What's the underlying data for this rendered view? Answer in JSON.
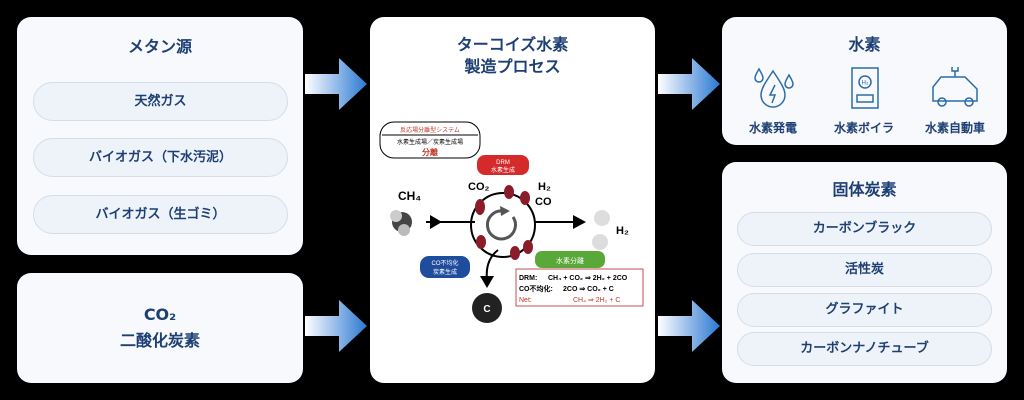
{
  "methane": {
    "title": "メタン源",
    "items": [
      "天然ガス",
      "バイオガス（下水汚泥）",
      "バイオガス（生ゴミ）"
    ]
  },
  "co2": {
    "formula": "CO₂",
    "name": "二酸化炭素"
  },
  "process": {
    "title_line1": "ターコイズ水素",
    "title_line2": "製造プロセス",
    "diagram": {
      "system_label": "反応場分離型システム",
      "system_sub": "水素生成場／炭素生成場",
      "system_sep": "分離",
      "drm_label1": "DRM",
      "drm_label2": "水素生成",
      "co_label1": "CO不均化",
      "co_label2": "炭素生成",
      "h2sep_label": "水素分離",
      "ch4": "CH₄",
      "co2": "CO₂",
      "h2": "H₂",
      "co": "CO",
      "h2_out": "H₂",
      "carbon": "C",
      "eq1_name": "DRM:",
      "eq1": "CH₄ + CO₂ ⇒ 2H₂ + 2CO",
      "eq2_name": "CO不均化:",
      "eq2": "2CO ⇒ CO₂ + C",
      "eq3_name": "Net:",
      "eq3": "CH₄ ⇒ 2H₂ + C"
    }
  },
  "hydrogen": {
    "title": "水素",
    "items": [
      {
        "label": "水素発電",
        "icon": "water-drop-lightning-icon"
      },
      {
        "label": "水素ボイラ",
        "icon": "h2-boiler-icon"
      },
      {
        "label": "水素自動車",
        "icon": "hydrogen-car-icon"
      }
    ]
  },
  "carbon": {
    "title": "固体炭素",
    "items": [
      "カーボンブラック",
      "活性炭",
      "グラファイト",
      "カーボンナノチューブ"
    ]
  },
  "colors": {
    "accent": "#1d3f73",
    "arrow": "#2f7fd6"
  }
}
